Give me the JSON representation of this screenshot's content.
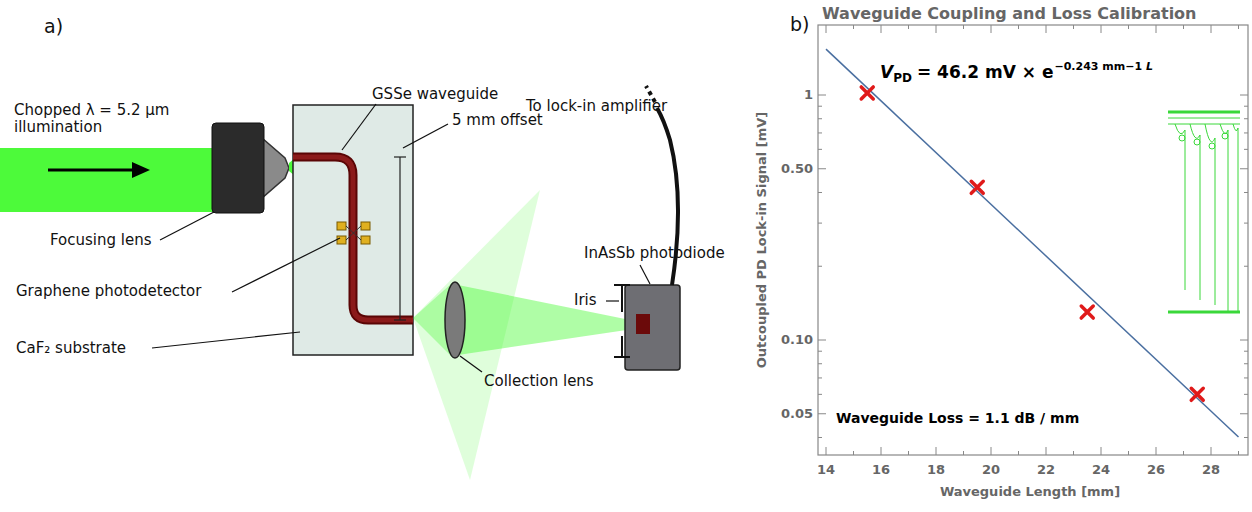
{
  "diagram": {
    "title": "Waveguide Coupling and Loss Calibration",
    "labels": [
      "a)",
      "Chopped λ = 5.2 µm illumination",
      "Focusing lens",
      "GSSe waveguide",
      "5 mm offset",
      "Graphene photodetector",
      "CaF₂ substrate",
      "To lock-in amplifier",
      "InAsSb photodiode",
      "Iris",
      "Collection lens",
      "b)",
      "V",
      "PD",
      "= 46.2 mV × e",
      "−0.243 mm",
      "−1",
      "L",
      "Waveguide Loss = 1.1 dB / mm",
      "Outcoupled PD Lock-in Signal [mV]",
      "Waveguide Length [mm]",
      "1",
      "0.50",
      "0.10",
      "0.05",
      "14",
      "16",
      "18",
      "20",
      "22",
      "24",
      "26",
      "28"
    ]
  }
}
